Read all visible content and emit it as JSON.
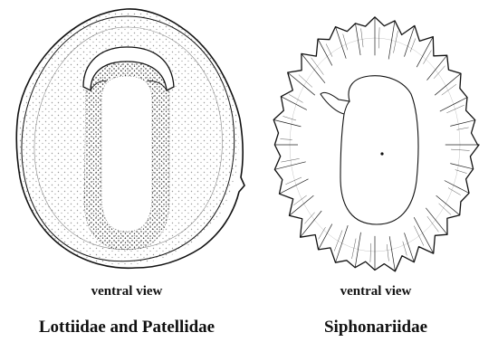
{
  "left_panel": {
    "view_label": "ventral view",
    "family_label": "Lottiidae and Patellidae"
  },
  "right_panel": {
    "view_label": "ventral view",
    "family_label": "Siphonariidae"
  },
  "colors": {
    "ink": "#111111",
    "stipple": "#333333",
    "background": "#ffffff"
  }
}
